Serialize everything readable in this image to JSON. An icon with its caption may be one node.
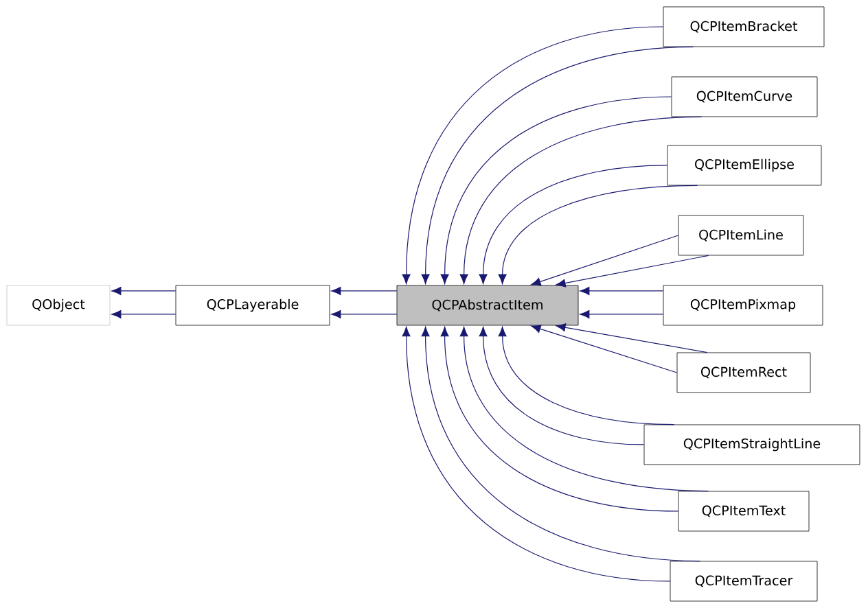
{
  "diagram": {
    "nodes": [
      {
        "text": [
          "QObject"
        ]
      },
      {
        "text": [
          "QCPLayerable"
        ]
      },
      {
        "text": [
          "QCPAbstractItem"
        ]
      },
      {
        "text": [
          "QCPItemBracket"
        ]
      },
      {
        "text": [
          "QCPItemCurve"
        ]
      },
      {
        "text": [
          "QCPItemEllipse"
        ]
      },
      {
        "text": [
          "QCPItemLine"
        ]
      },
      {
        "text": [
          "QCPItemPixmap"
        ]
      },
      {
        "text": [
          "QCPItemRect"
        ]
      },
      {
        "text": [
          "QCPItemStraightLine"
        ]
      },
      {
        "text": [
          "QCPItemText"
        ]
      },
      {
        "text": [
          "QCPItemTracer"
        ]
      }
    ],
    "edges": [
      {
        "from": 1,
        "to": 0,
        "arrow": "to"
      },
      {
        "from": 1,
        "to": 0,
        "arrow": "to"
      },
      {
        "from": 2,
        "to": 1,
        "arrow": "to"
      },
      {
        "from": 2,
        "to": 1,
        "arrow": "to"
      },
      {
        "from": 3,
        "to": 2,
        "arrow": "to"
      },
      {
        "from": 3,
        "to": 2,
        "arrow": "to"
      },
      {
        "from": 4,
        "to": 2,
        "arrow": "to"
      },
      {
        "from": 4,
        "to": 2,
        "arrow": "to"
      },
      {
        "from": 5,
        "to": 2,
        "arrow": "to"
      },
      {
        "from": 5,
        "to": 2,
        "arrow": "to"
      },
      {
        "from": 6,
        "to": 2,
        "arrow": "to"
      },
      {
        "from": 6,
        "to": 2,
        "arrow": "to"
      },
      {
        "from": 7,
        "to": 2,
        "arrow": "to"
      },
      {
        "from": 7,
        "to": 2,
        "arrow": "to"
      },
      {
        "from": 8,
        "to": 2,
        "arrow": "to"
      },
      {
        "from": 8,
        "to": 2,
        "arrow": "to"
      },
      {
        "from": 9,
        "to": 2,
        "arrow": "to"
      },
      {
        "from": 9,
        "to": 2,
        "arrow": "to"
      },
      {
        "from": 10,
        "to": 2,
        "arrow": "to"
      },
      {
        "from": 10,
        "to": 2,
        "arrow": "to"
      },
      {
        "from": 11,
        "to": 2,
        "arrow": "to"
      },
      {
        "from": 11,
        "to": 2,
        "arrow": "to"
      }
    ]
  }
}
